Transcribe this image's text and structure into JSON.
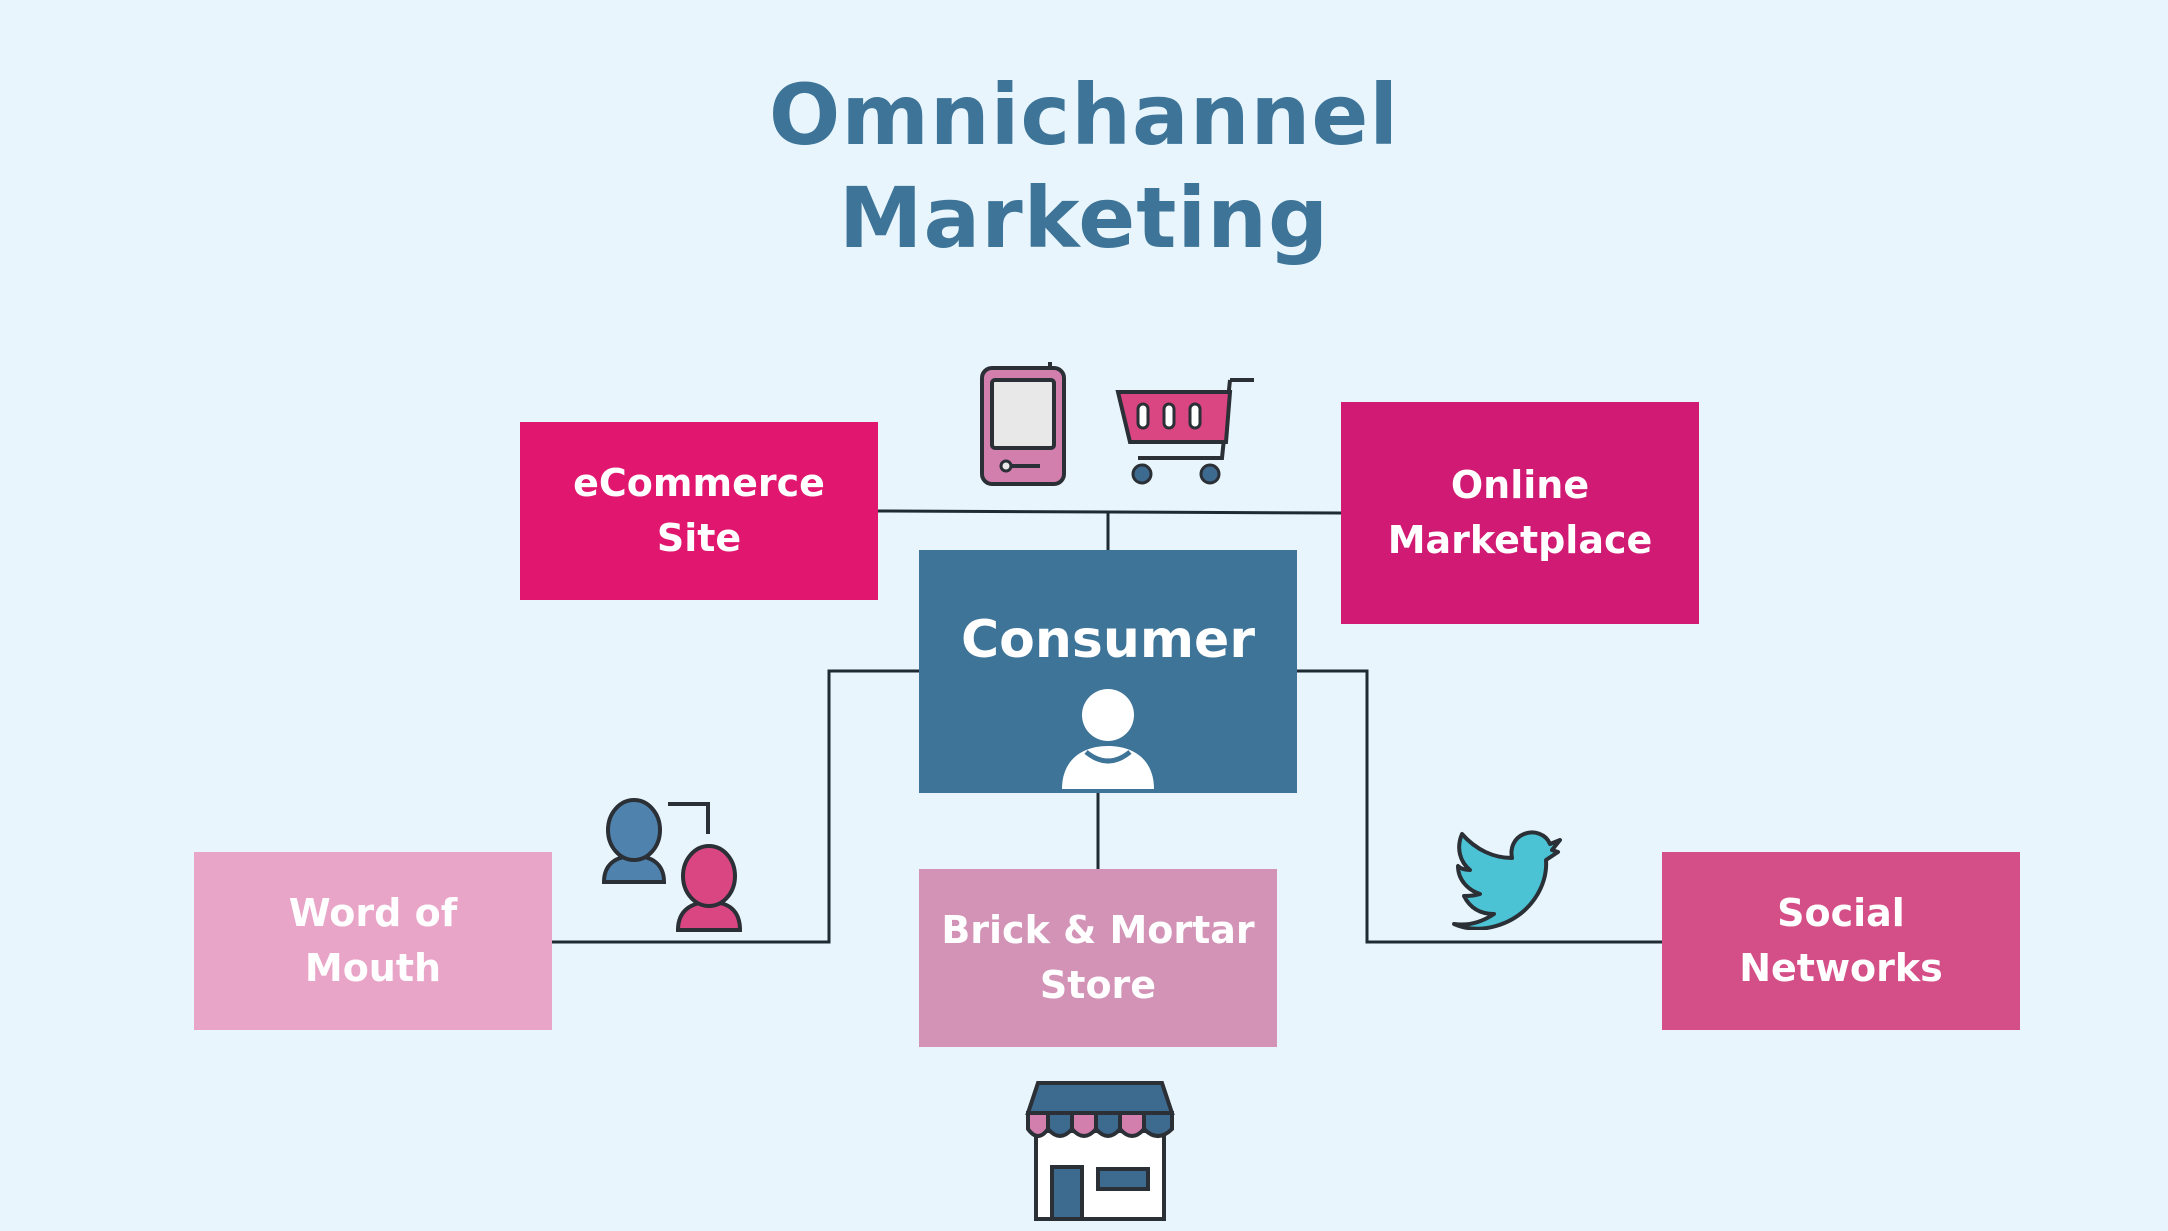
{
  "title": {
    "line1": "Omnichannel",
    "line2": "Marketing"
  },
  "nodes": {
    "ecommerce": {
      "line1": "eCommerce",
      "line2": "Site"
    },
    "marketplace": {
      "line1": "Online",
      "line2": "Marketplace"
    },
    "consumer": {
      "label": "Consumer"
    },
    "word_of_mouth": {
      "line1": "Word of",
      "line2": "Mouth"
    },
    "brick_mortar": {
      "line1": "Brick & Mortar",
      "line2": "Store"
    },
    "social": {
      "line1": "Social",
      "line2": "Networks"
    }
  },
  "icons": {
    "mobile": "mobile-phone-icon",
    "cart": "shopping-cart-icon",
    "people": "word-of-mouth-people-icon",
    "bird": "twitter-bird-icon",
    "store": "storefront-icon",
    "user": "user-icon"
  },
  "colors": {
    "background": "#e8f5fc",
    "title": "#3d7498",
    "consumer": "#3d7498",
    "ecommerce": "#e0166f",
    "marketplace": "#d01a74",
    "word_of_mouth": "#e9a5c8",
    "brick_mortar": "#d293b6",
    "social": "#d44f87",
    "twitter": "#4bc3d5"
  }
}
